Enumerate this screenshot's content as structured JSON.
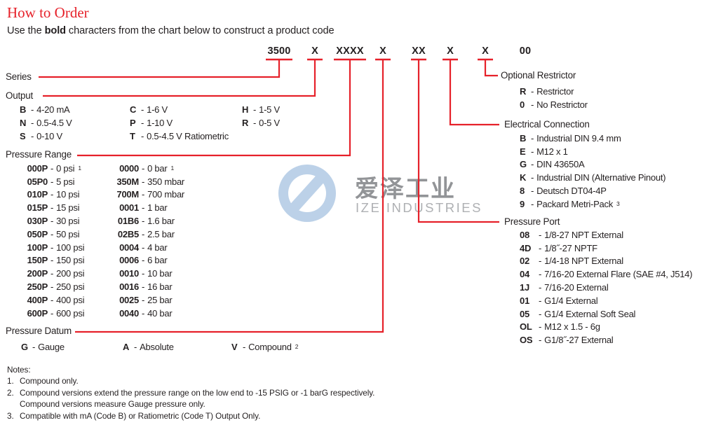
{
  "title": "How to Order",
  "subtitle": {
    "pre": "Use the ",
    "bold": "bold",
    "post": " characters from the chart below to construct a product code"
  },
  "dash": "-",
  "colors": {
    "red": "#e6212a",
    "text": "#231f20",
    "watermark_blue": "#b9cfe7",
    "watermark_gray": "#8d8f92"
  },
  "code_row": {
    "segments": [
      "3500",
      "X",
      "XXXX",
      "X",
      "XX",
      "X",
      "X",
      "00"
    ]
  },
  "sections": {
    "series": {
      "label": "Series"
    },
    "output": {
      "label": "Output",
      "columns": [
        {
          "items": [
            {
              "code": "B",
              "desc": "4-20 mA"
            },
            {
              "code": "N",
              "desc": "0.5-4.5 V"
            },
            {
              "code": "S",
              "desc": "0-10 V"
            }
          ]
        },
        {
          "items": [
            {
              "code": "C",
              "desc": "1-6 V"
            },
            {
              "code": "P",
              "desc": "1-10 V"
            },
            {
              "code": "T",
              "desc": "0.5-4.5 V Ratiometric"
            }
          ]
        },
        {
          "items": [
            {
              "code": "H",
              "desc": "1-5 V"
            },
            {
              "code": "R",
              "desc": "0-5 V"
            }
          ]
        }
      ]
    },
    "pressure_range": {
      "label": "Pressure Range",
      "psi": {
        "items": [
          {
            "code": "000P",
            "desc": "0 psi",
            "sup": "1"
          },
          {
            "code": "05P0",
            "desc": "5 psi"
          },
          {
            "code": "010P",
            "desc": "10 psi"
          },
          {
            "code": "015P",
            "desc": "15 psi"
          },
          {
            "code": "030P",
            "desc": "30 psi"
          },
          {
            "code": "050P",
            "desc": "50 psi"
          },
          {
            "code": "100P",
            "desc": "100 psi"
          },
          {
            "code": "150P",
            "desc": "150 psi"
          },
          {
            "code": "200P",
            "desc": "200 psi"
          },
          {
            "code": "250P",
            "desc": "250 psi"
          },
          {
            "code": "400P",
            "desc": "400 psi"
          },
          {
            "code": "600P",
            "desc": "600 psi"
          }
        ]
      },
      "bar": {
        "items": [
          {
            "code": "0000",
            "desc": "0 bar",
            "sup": "1"
          },
          {
            "code": "350M",
            "desc": "350 mbar"
          },
          {
            "code": "700M",
            "desc": "700 mbar"
          },
          {
            "code": "0001",
            "desc": "1 bar"
          },
          {
            "code": "01B6",
            "desc": "1.6 bar"
          },
          {
            "code": "02B5",
            "desc": "2.5 bar"
          },
          {
            "code": "0004",
            "desc": "4 bar"
          },
          {
            "code": "0006",
            "desc": "6 bar"
          },
          {
            "code": "0010",
            "desc": "10 bar"
          },
          {
            "code": "0016",
            "desc": "16 bar"
          },
          {
            "code": "0025",
            "desc": "25 bar"
          },
          {
            "code": "0040",
            "desc": "40 bar"
          }
        ]
      }
    },
    "pressure_datum": {
      "label": "Pressure Datum",
      "items": [
        {
          "code": "G",
          "desc": "Gauge"
        },
        {
          "code": "A",
          "desc": "Absolute"
        },
        {
          "code": "V",
          "desc": "Compound",
          "sup": "2"
        }
      ]
    },
    "optional_restrictor": {
      "label": "Optional Restrictor",
      "items": [
        {
          "code": "R",
          "desc": "Restrictor"
        },
        {
          "code": "0",
          "desc": "No Restrictor"
        }
      ]
    },
    "electrical_connection": {
      "label": "Electrical Connection",
      "items": [
        {
          "code": "B",
          "desc": "Industrial DIN 9.4 mm"
        },
        {
          "code": "E",
          "desc": "M12 x 1"
        },
        {
          "code": "G",
          "desc": "DIN 43650A"
        },
        {
          "code": "K",
          "desc": "Industrial DIN (Alternative Pinout)"
        },
        {
          "code": "8",
          "desc": "Deutsch DT04-4P"
        },
        {
          "code": "9",
          "desc": "Packard Metri-Pack",
          "sup": "3"
        }
      ]
    },
    "pressure_port": {
      "label": "Pressure Port",
      "items": [
        {
          "code": "08",
          "desc": "1/8-27 NPT External"
        },
        {
          "code": "4D",
          "desc": "1/8˝-27 NPTF"
        },
        {
          "code": "02",
          "desc": "1/4-18 NPT External"
        },
        {
          "code": "04",
          "desc": "7/16-20 External Flare (SAE #4, J514)"
        },
        {
          "code": "1J",
          "desc": "7/16-20 External"
        },
        {
          "code": "01",
          "desc": "G1/4 External"
        },
        {
          "code": "05",
          "desc": "G1/4 External Soft Seal"
        },
        {
          "code": "OL",
          "desc": "M12 x 1.5 - 6g"
        },
        {
          "code": "OS",
          "desc": "G1/8˝-27 External"
        }
      ]
    }
  },
  "notes": {
    "label": "Notes:",
    "items": [
      {
        "num": "1.",
        "text": "Compound only."
      },
      {
        "num": "2.",
        "text": "Compound versions extend the pressure range on the low end to -15 PSIG or -1 barG respectively. Compound versions measure Gauge pressure only."
      },
      {
        "num": "3.",
        "text": "Compatible with mA (Code B) or Ratiometric (Code T) Output Only."
      }
    ]
  },
  "watermark": {
    "cn": "爱泽工业",
    "en": "IZE INDUSTRIES"
  }
}
